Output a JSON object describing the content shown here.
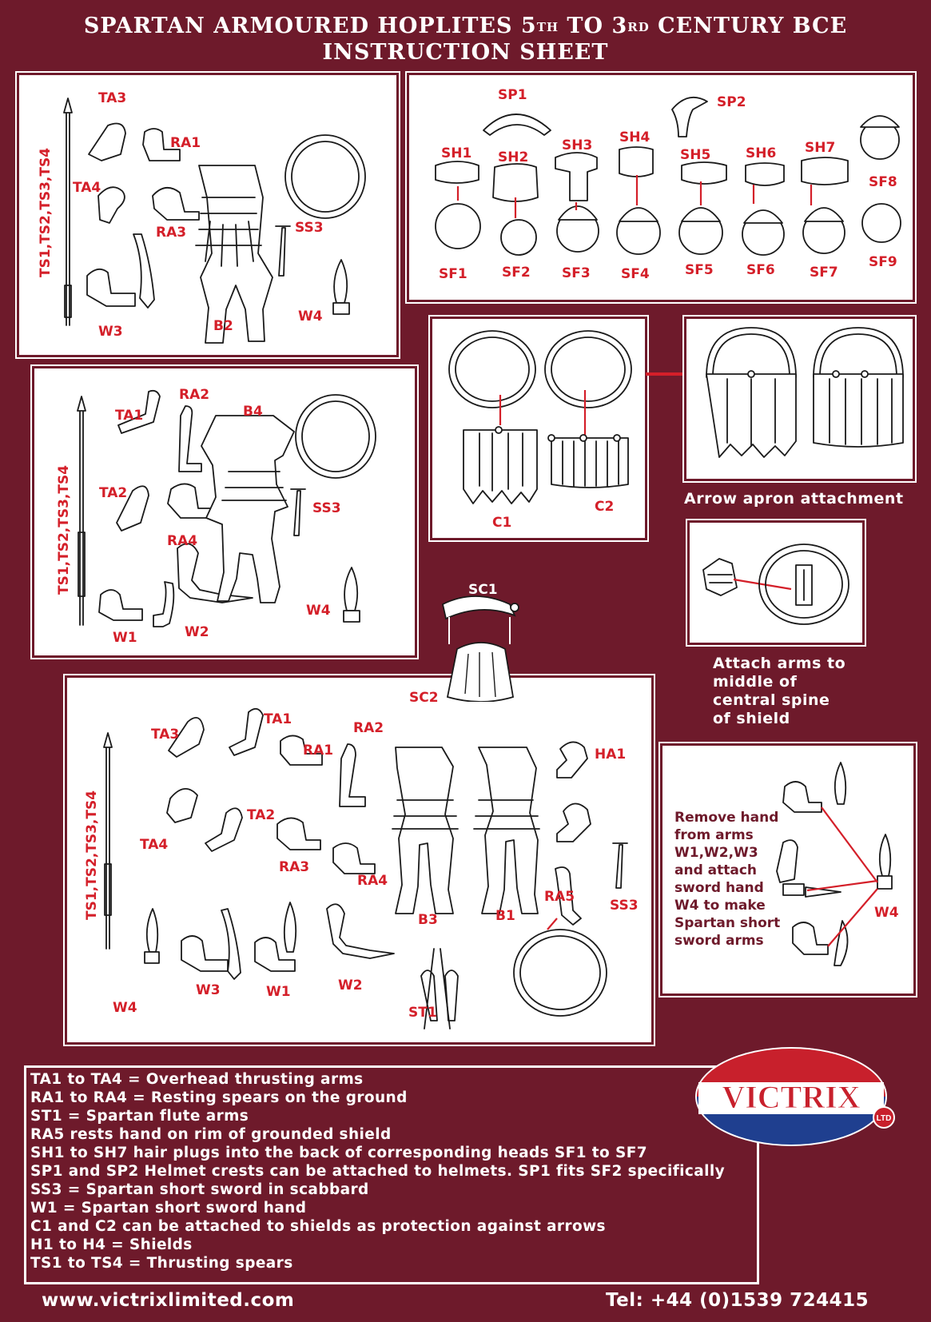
{
  "title": {
    "line1_a": "SPARTAN ARMOURED HOPLITES 5",
    "line1_sup1": "TH",
    "line1_b": " TO 3",
    "line1_sup2": "RD",
    "line1_c": " CENTURY BCE",
    "line2": "INSTRUCTION SHEET"
  },
  "panel1": {
    "spear_label": "TS1,TS2,TS3,TS4",
    "labels": {
      "ta3": "TA3",
      "ra1": "RA1",
      "ta4": "TA4",
      "ra3": "RA3",
      "ss3": "SS3",
      "w3": "W3",
      "b2": "B2",
      "w4": "W4"
    }
  },
  "panel2": {
    "labels": {
      "sp1": "SP1",
      "sp2": "SP2",
      "sh1": "SH1",
      "sh2": "SH2",
      "sh3": "SH3",
      "sh4": "SH4",
      "sh5": "SH5",
      "sh6": "SH6",
      "sh7": "SH7",
      "sf1": "SF1",
      "sf2": "SF2",
      "sf3": "SF3",
      "sf4": "SF4",
      "sf5": "SF5",
      "sf6": "SF6",
      "sf7": "SF7",
      "sf8": "SF8",
      "sf9": "SF9"
    }
  },
  "panel3": {
    "spear_label": "TS1,TS2,TS3,TS4",
    "labels": {
      "ta1": "TA1",
      "ra2": "RA2",
      "b4": "B4",
      "ta2": "TA2",
      "ra4": "RA4",
      "ss3": "SS3",
      "w4": "W4",
      "w1": "W1",
      "w2": "W2"
    }
  },
  "aprons": {
    "labels": {
      "c1": "C1",
      "c2": "C2"
    },
    "caption": "Arrow apron attachment"
  },
  "attach": {
    "caption": [
      "Attach arms to",
      "middle of",
      "central spine",
      "of shield"
    ]
  },
  "cloak": {
    "labels": {
      "sc1": "SC1",
      "sc2": "SC2"
    }
  },
  "panel5": {
    "spear_label": "TS1,TS2,TS3,TS4",
    "labels": {
      "ta3": "TA3",
      "ta1": "TA1",
      "ra1": "RA1",
      "ra2": "RA2",
      "ha1": "HA1",
      "ta4": "TA4",
      "ta2": "TA2",
      "ra3": "RA3",
      "ra4": "RA4",
      "b3": "B3",
      "b1": "B1",
      "ra5": "RA5",
      "ss3": "SS3",
      "w4": "W4",
      "w3": "W3",
      "w1": "W1",
      "w2": "W2",
      "st1": "ST1"
    }
  },
  "remove": {
    "lines": [
      "Remove hand",
      "from arms",
      "W1,W2,W3",
      "and attach",
      "sword hand",
      "W4 to make",
      "Spartan short",
      "sword arms"
    ],
    "w4_label": "W4"
  },
  "legend": [
    "TA1 to TA4 = Overhead thrusting arms",
    "RA1 to RA4 = Resting spears on the ground",
    "ST1 = Spartan flute arms",
    "RA5 rests hand on rim of grounded shield",
    "SH1 to SH7 hair plugs into the back of corresponding heads SF1 to SF7",
    "SP1 and SP2 Helmet crests can be attached to helmets. SP1 fits SF2 specifically",
    "SS3 = Spartan short sword in scabbard",
    "W1 = Spartan short sword hand",
    "C1 and C2 can be attached to shields as protection against arrows",
    "H1 to H4 = Shields",
    "TS1 to TS4 = Thrusting spears"
  ],
  "logo": {
    "text": "VICTRIX",
    "ltd": "LTD",
    "colors": {
      "red": "#c8202c",
      "blue": "#1f3f8f",
      "white": "#ffffff"
    }
  },
  "footer": {
    "website": "www.victrixlimited.com",
    "phone": "Tel: +44 (0)1539 724415"
  },
  "colors": {
    "background": "#6e1a2b",
    "label_red": "#d41f29",
    "panel": "#ffffff"
  }
}
